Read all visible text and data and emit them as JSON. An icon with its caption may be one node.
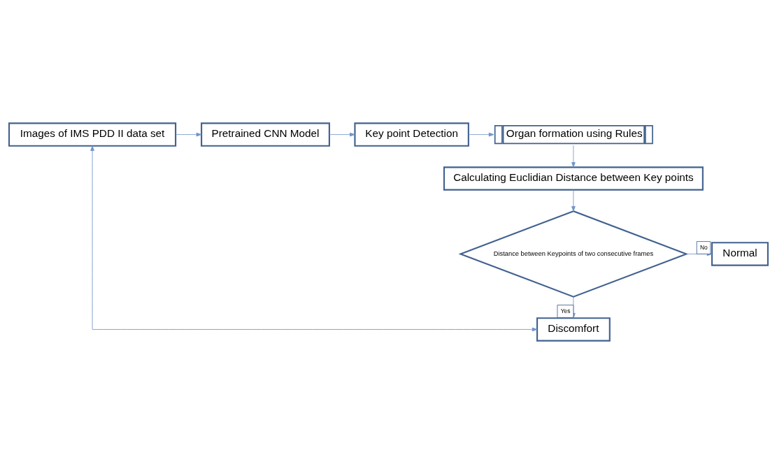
{
  "diagram": {
    "nodes": [
      {
        "text": [
          "Images of IMS PDD II data set"
        ]
      },
      {
        "text": [
          "Pretrained CNN Model"
        ]
      },
      {
        "text": [
          "Key point Detection"
        ]
      },
      {
        "text": [
          "Organ formation using Rules"
        ]
      },
      {
        "text": [
          "Calculating Euclidian Distance between Key points"
        ]
      },
      {
        "text": [
          "Distance between Keypoints of two consecutive frames"
        ]
      },
      {
        "text": [
          "Normal"
        ]
      },
      {
        "text": [
          "Discomfort"
        ]
      }
    ],
    "edges": [
      {
        "from": 0,
        "to": 1,
        "arrow": "to"
      },
      {
        "from": 1,
        "to": 2,
        "arrow": "to"
      },
      {
        "from": 2,
        "to": 3,
        "arrow": "to"
      },
      {
        "from": 3,
        "to": 4,
        "arrow": "to"
      },
      {
        "from": 4,
        "to": 5,
        "arrow": "to"
      },
      {
        "from": 5,
        "to": 6,
        "arrow": "to",
        "label": "No"
      },
      {
        "from": 5,
        "to": 7,
        "arrow": "to",
        "label": "Yes"
      },
      {
        "from": 7,
        "to": 0,
        "arrow": "both"
      }
    ]
  }
}
